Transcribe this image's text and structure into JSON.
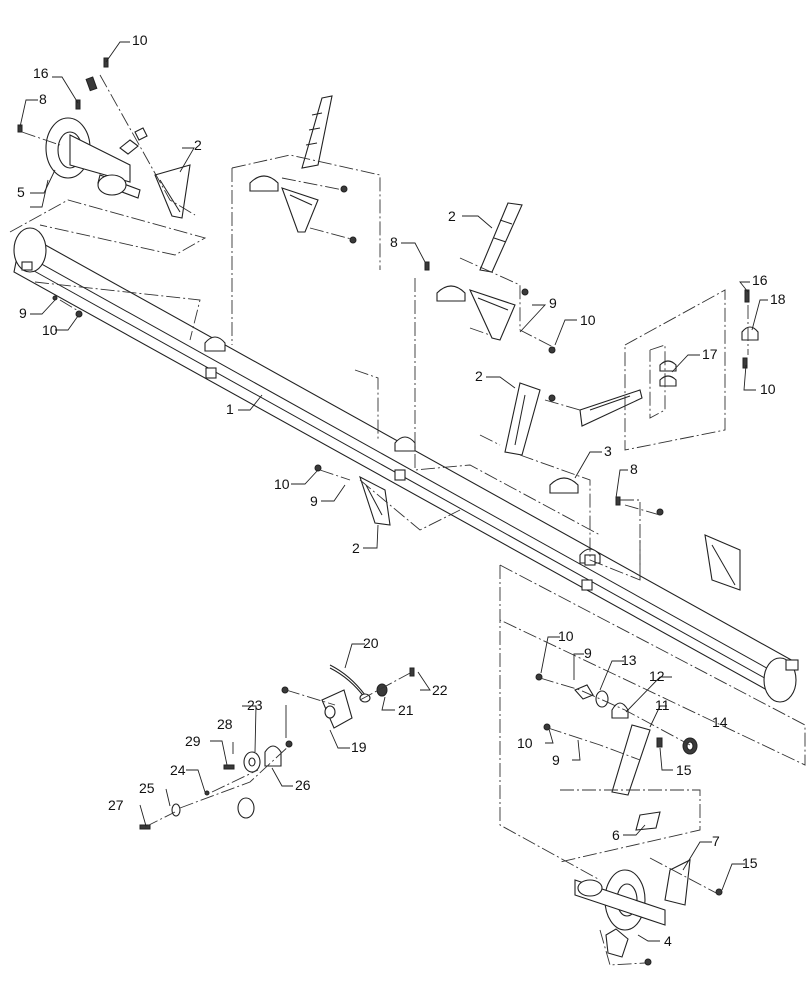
{
  "callouts": {
    "c1": "1",
    "c2a": "2",
    "c2b": "2",
    "c2c": "2",
    "c2d": "2",
    "c3": "3",
    "c4": "4",
    "c5": "5",
    "c6": "6",
    "c7": "7",
    "c8a": "8",
    "c8b": "8",
    "c8c": "8",
    "c9a": "9",
    "c9b": "9",
    "c9c": "9",
    "c9d": "9",
    "c9e": "9",
    "c10a": "10",
    "c10b": "10",
    "c10c": "10",
    "c10d": "10",
    "c10e": "10",
    "c10f": "10",
    "c10g": "10",
    "c11": "11",
    "c12": "12",
    "c13": "13",
    "c14": "14",
    "c15a": "15",
    "c15b": "15",
    "c16a": "16",
    "c16b": "16",
    "c17": "17",
    "c18": "18",
    "c19": "19",
    "c20": "20",
    "c21": "21",
    "c22": "22",
    "c23": "23",
    "c24": "24",
    "c25": "25",
    "c26": "26",
    "c27": "27",
    "c28": "28",
    "c29": "29"
  }
}
